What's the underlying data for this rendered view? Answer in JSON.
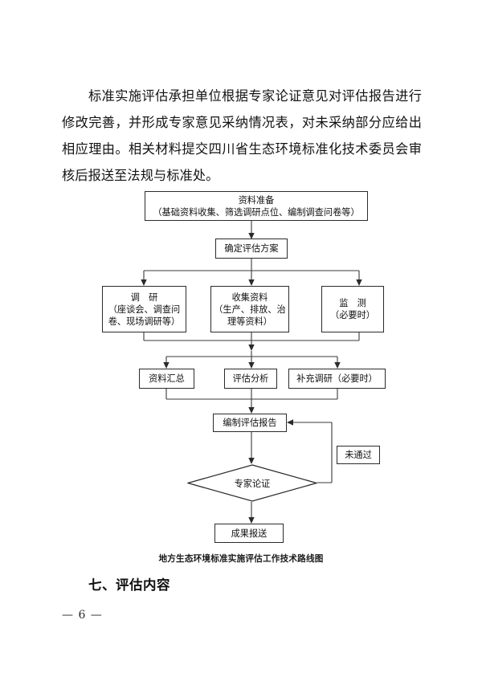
{
  "document": {
    "paragraph": "标准实施评估承担单位根据专家论证意见对评估报告进行修改完善，并形成专家意见采纳情况表，对未采纳部分应给出相应理由。相关材料提交四川省生态环境标准化技术委员会审核后报送至法规与标准处。",
    "figure_caption": "地方生态环境标准实施评估工作技术路线图",
    "section_heading": "七、评估内容",
    "page_number": "— 6 —"
  },
  "flowchart": {
    "title": "地方生态环境标准实施评估工作技术路线图",
    "nodes": {
      "prepare": {
        "line1": "资料准备",
        "line2": "（基础资料收集、筛选调研点位、编制调查问卷等）"
      },
      "plan": {
        "line1": "确定评估方案",
        "line2": ""
      },
      "survey": {
        "line1": "调　研",
        "line2": "（座谈会、调查问卷、现场调研等）"
      },
      "collect": {
        "line1": "收集资料",
        "line2": "（生产、排放、治理等资料）"
      },
      "monitor": {
        "line1": "监　测",
        "line2": "（必要时）"
      },
      "summary": {
        "line1": "资料汇总",
        "line2": ""
      },
      "analysis": {
        "line1": "评估分析",
        "line2": ""
      },
      "extra_survey": {
        "line1": "补充调研（必要时）",
        "line2": ""
      },
      "report": {
        "line1": "编制评估报告",
        "line2": ""
      },
      "not_passed": {
        "line1": "未通过",
        "line2": ""
      },
      "review": {
        "line1": "专家论证",
        "line2": ""
      },
      "deliver": {
        "line1": "成果报送",
        "line2": ""
      }
    }
  },
  "colors": {
    "page_background": "#ffffff",
    "text": "#111111",
    "box_border": "#2b2b2b",
    "connector": "#3a3a3a"
  }
}
